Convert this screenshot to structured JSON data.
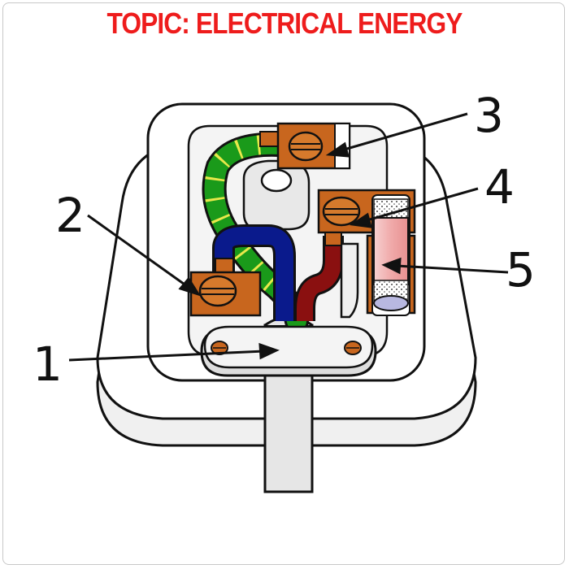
{
  "title": "TOPIC: ELECTRICAL ENERGY",
  "labels": [
    "1",
    "2",
    "3",
    "4",
    "5"
  ],
  "colors": {
    "title": "#ee1c1c",
    "terminal": "#c8661e",
    "earth_green": "#1a9a1a",
    "earth_stripe": "#e8e84a",
    "neutral_blue": "#0a1a8c",
    "live_brown": "#8a1010",
    "fuse": "#f0b6b6"
  }
}
